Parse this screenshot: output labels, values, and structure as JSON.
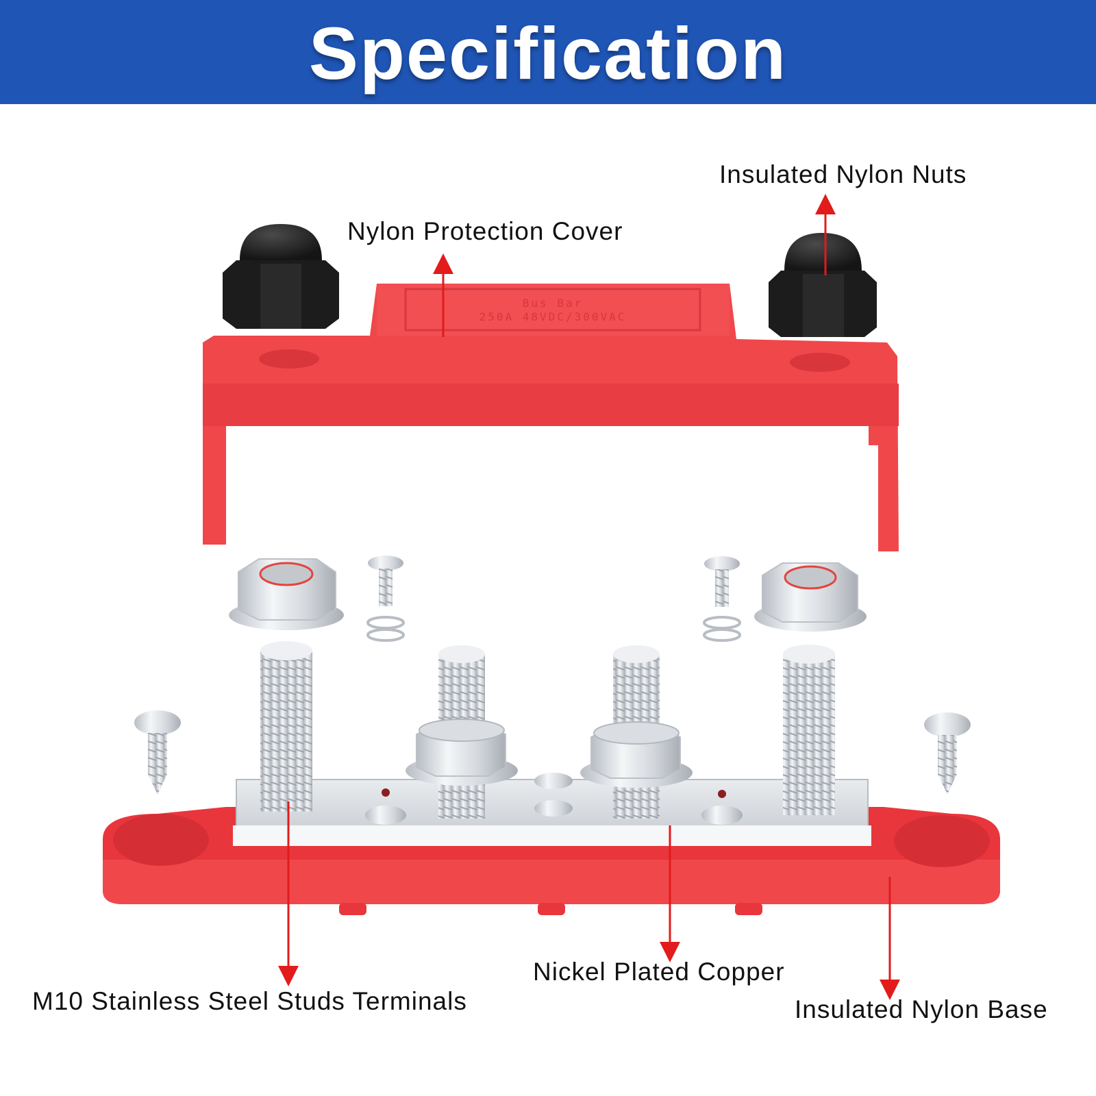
{
  "header": {
    "title": "Specification"
  },
  "callouts": {
    "insulated_nylon_nuts": "Insulated Nylon Nuts",
    "nylon_protection_cover": "Nylon Protection Cover",
    "studs_terminals": "M10 Stainless Steel Studs Terminals",
    "nickel_plated_copper": "Nickel Plated Copper",
    "insulated_nylon_base": "Insulated Nylon Base"
  },
  "cover_embossing": {
    "line1": "Bus Bar",
    "line2": "250A 48VDC/300VAC"
  },
  "colors": {
    "banner": "#1f55b5",
    "cover_red": "#f0474b",
    "base_red": "#e8363c",
    "arrow_red": "#e21b1b",
    "nut_black": "#1c1c1c",
    "metal": "#d9dde2"
  }
}
